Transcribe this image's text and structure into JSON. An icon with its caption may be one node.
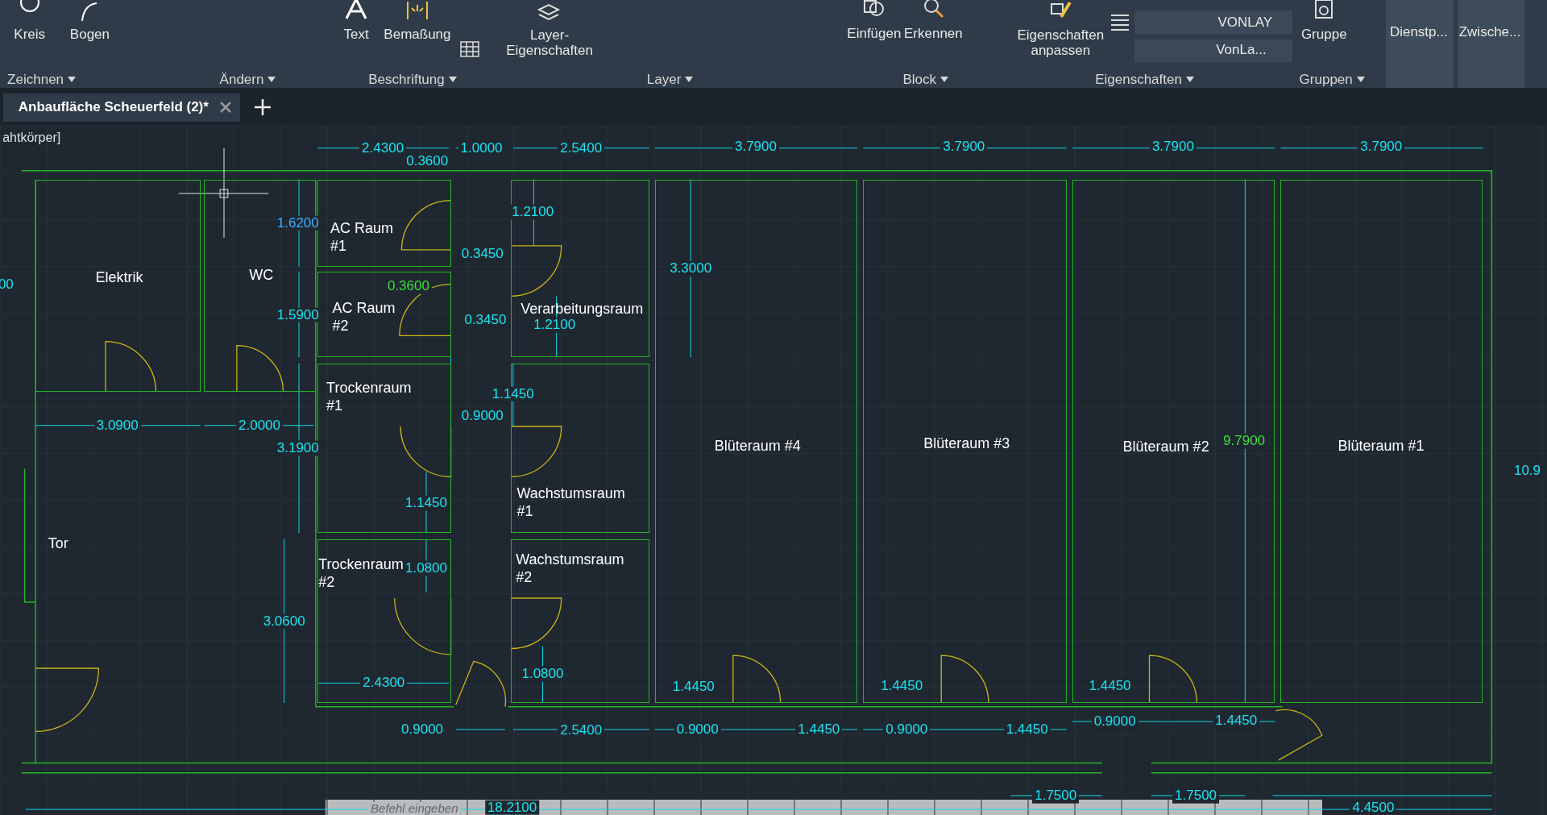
{
  "diagram": {
    "nodes": [
      {
        "text": [
          "Elektrik"
        ]
      },
      {
        "text": [
          "WC"
        ]
      },
      {
        "text": [
          "AC Raum #1"
        ]
      },
      {
        "text": [
          "AC Raum #2"
        ]
      },
      {
        "text": [
          "Verarbeitungsraum"
        ]
      },
      {
        "text": [
          "Trockenraum #1"
        ]
      },
      {
        "text": [
          "Wachstumsraum #1"
        ]
      },
      {
        "text": [
          "Trockenraum #2"
        ]
      },
      {
        "text": [
          "Wachstumsraum #2"
        ]
      },
      {
        "text": [
          "Blüteraum #4"
        ]
      },
      {
        "text": [
          "Blüteraum #3"
        ]
      },
      {
        "text": [
          "Blüteraum #2"
        ]
      },
      {
        "text": [
          "Blüteraum #1"
        ]
      }
    ],
    "labels": [
      "Kreis",
      "Bogen",
      "Text",
      "Bemaßung",
      "Layer-Eigenschaften",
      "Einfügen",
      "Erkennen",
      "Eigenschaften anpassen",
      "VONLAY",
      "VonLa...",
      "Gruppe",
      "Dienstp...",
      "Zwische...",
      "Zeichnen",
      "Ändern",
      "Beschriftung",
      "Layer",
      "Block",
      "Eigenschaften",
      "Gruppen",
      "Anbaufläche Scheuerfeld (2)*",
      "ahtkörper]",
      "2.4300",
      "1.0000",
      "2.5400",
      "3.7900",
      "3.7900",
      "3.7900",
      "3.7900",
      "0.3600",
      "1.6200",
      "1.2100",
      "0.3450",
      "3.3000",
      "00",
      "0.3600",
      "1.5900",
      "0.3450",
      "1.2100",
      "1.1450",
      "0.9000",
      "3.0900",
      "2.0000",
      "3.1900",
      "9.7900",
      "10.9",
      "1.1450",
      "Tor",
      "1.0800",
      "3.0600",
      "1.0800",
      "2.4300",
      "1.4450",
      "1.4450",
      "1.4450",
      "1.4450",
      "0.9000",
      "2.5400",
      "0.9000",
      "1.4450",
      "0.9000",
      "1.4450",
      "0.9000",
      "1.7500",
      "1.7500",
      "Befehl eingeben",
      "18.2100",
      "4.4500"
    ]
  }
}
